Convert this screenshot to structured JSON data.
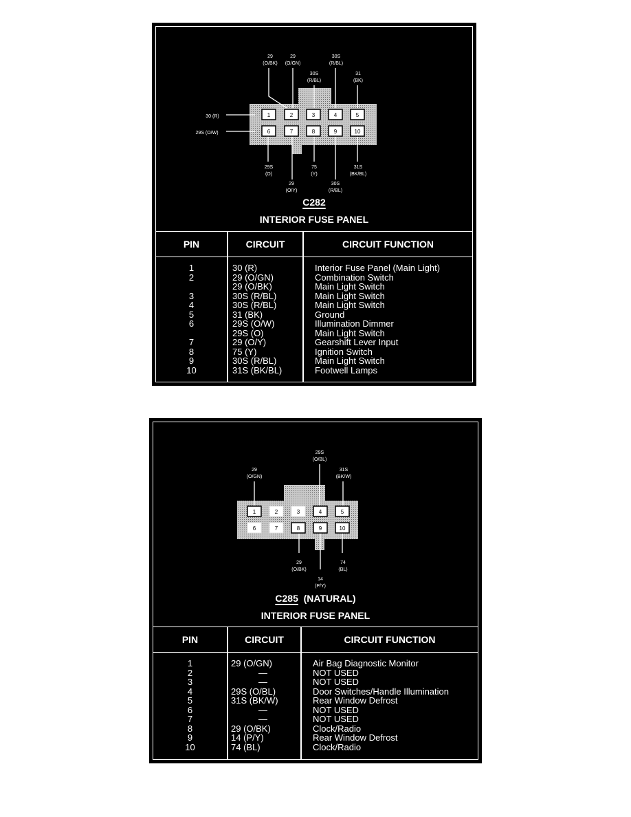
{
  "c282": {
    "connector_id": "C282",
    "connector_title": "INTERIOR FUSE PANEL",
    "pin_numbers": [
      "1",
      "2",
      "3",
      "4",
      "5",
      "6",
      "7",
      "8",
      "9",
      "10"
    ],
    "wire_labels": {
      "pin2_a_num": "29",
      "pin2_a_color": "(O/BK)",
      "pin2_b_num": "29",
      "pin2_b_color": "(O/GN)",
      "pin3_num": "30S",
      "pin3_color": "(R/BL)",
      "pin4_num": "30S",
      "pin4_color": "(R/BL)",
      "pin5_num": "31",
      "pin5_color": "(BK)",
      "pin1": "30 (R)",
      "pin6_side": "29S (O/W)",
      "pin6_num": "29S",
      "pin6_color": "(O)",
      "pin7_num": "29",
      "pin7_color": "(O/Y)",
      "pin8_num": "75",
      "pin8_color": "(Y)",
      "pin9_num": "30S",
      "pin9_color": "(R/BL)",
      "pin10_num": "31S",
      "pin10_color": "(BK/BL)"
    },
    "table": {
      "headers": {
        "pin": "PIN",
        "circuit": "CIRCUIT",
        "function": "CIRCUIT FUNCTION"
      },
      "pin_col": [
        "1",
        "2",
        "",
        "3",
        "4",
        "5",
        "6",
        "",
        "7",
        "8",
        "9",
        "10"
      ],
      "circuit_col": [
        "30 (R)",
        "29 (O/GN)",
        "29 (O/BK)",
        "30S (R/BL)",
        "30S (R/BL)",
        "31 (BK)",
        "29S (O/W)",
        "29S (O)",
        "29 (O/Y)",
        "75 (Y)",
        "30S (R/BL)",
        "31S (BK/BL)"
      ],
      "function_col": [
        "Interior Fuse Panel (Main Light)",
        "Combination Switch",
        "Main Light Switch",
        "Main Light Switch",
        "Main Light Switch",
        "Ground",
        "Illumination Dimmer",
        "Main Light Switch",
        "Gearshift Lever Input",
        "Ignition Switch",
        "Main Light Switch",
        "Footwell Lamps"
      ]
    }
  },
  "c285": {
    "connector_id": "C285",
    "connector_suffix": "(NATURAL)",
    "connector_title": "INTERIOR FUSE PANEL",
    "pin_numbers": [
      "1",
      "2",
      "3",
      "4",
      "5",
      "6",
      "7",
      "8",
      "9",
      "10"
    ],
    "wire_labels": {
      "pin1_num": "29",
      "pin1_color": "(O/GN)",
      "pin4_num": "29S",
      "pin4_color": "(O/BL)",
      "pin5_num": "31S",
      "pin5_color": "(BK/W)",
      "pin8_num": "29",
      "pin8_color": "(O/BK)",
      "pin9_num": "14",
      "pin9_color": "(P/Y)",
      "pin10_num": "74",
      "pin10_color": "(BL)"
    },
    "table": {
      "headers": {
        "pin": "PIN",
        "circuit": "CIRCUIT",
        "function": "CIRCUIT FUNCTION"
      },
      "pin_col": [
        "1",
        "2",
        "3",
        "4",
        "5",
        "6",
        "7",
        "8",
        "9",
        "10"
      ],
      "circuit_col": [
        "29 (O/GN)",
        "—",
        "—",
        "29S (O/BL)",
        "31S (BK/W)",
        "—",
        "—",
        "29 (O/BK)",
        "14 (P/Y)",
        "74 (BL)"
      ],
      "function_col": [
        "Air Bag Diagnostic Monitor",
        "NOT USED",
        "NOT USED",
        "Door Switches/Handle Illumination",
        "Rear Window Defrost",
        "NOT USED",
        "NOT USED",
        "Clock/Radio",
        "Rear Window Defrost",
        "Clock/Radio"
      ]
    }
  }
}
